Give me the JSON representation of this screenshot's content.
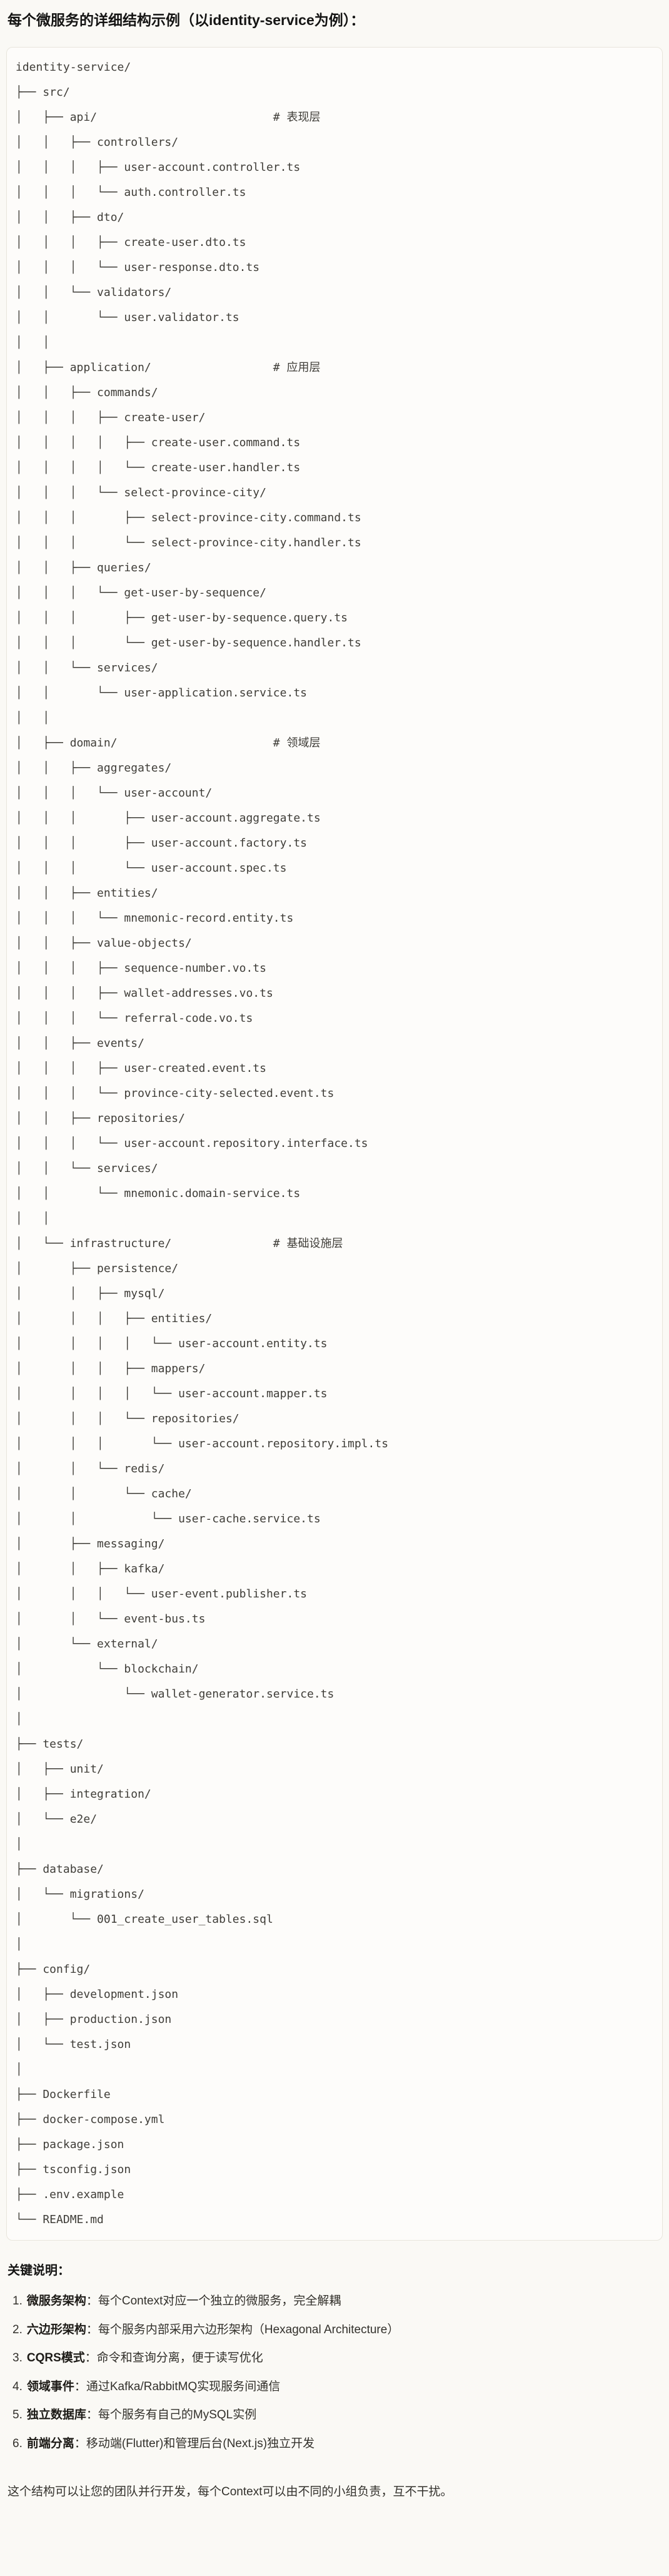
{
  "page": {
    "title": "每个微服务的详细结构示例（以identity-service为例）：",
    "footer": "这个结构可以让您的团队并行开发，每个Context可以由不同的小组负责，互不干扰。"
  },
  "code_block": {
    "lines": [
      "identity-service/",
      "├── src/",
      "│   ├── api/                          # 表现层",
      "│   │   ├── controllers/",
      "│   │   │   ├── user-account.controller.ts",
      "│   │   │   └── auth.controller.ts",
      "│   │   ├── dto/",
      "│   │   │   ├── create-user.dto.ts",
      "│   │   │   └── user-response.dto.ts",
      "│   │   └── validators/",
      "│   │       └── user.validator.ts",
      "│   │",
      "│   ├── application/                  # 应用层",
      "│   │   ├── commands/",
      "│   │   │   ├── create-user/",
      "│   │   │   │   ├── create-user.command.ts",
      "│   │   │   │   └── create-user.handler.ts",
      "│   │   │   └── select-province-city/",
      "│   │   │       ├── select-province-city.command.ts",
      "│   │   │       └── select-province-city.handler.ts",
      "│   │   ├── queries/",
      "│   │   │   └── get-user-by-sequence/",
      "│   │   │       ├── get-user-by-sequence.query.ts",
      "│   │   │       └── get-user-by-sequence.handler.ts",
      "│   │   └── services/",
      "│   │       └── user-application.service.ts",
      "│   │",
      "│   ├── domain/                       # 领域层",
      "│   │   ├── aggregates/",
      "│   │   │   └── user-account/",
      "│   │   │       ├── user-account.aggregate.ts",
      "│   │   │       ├── user-account.factory.ts",
      "│   │   │       └── user-account.spec.ts",
      "│   │   ├── entities/",
      "│   │   │   └── mnemonic-record.entity.ts",
      "│   │   ├── value-objects/",
      "│   │   │   ├── sequence-number.vo.ts",
      "│   │   │   ├── wallet-addresses.vo.ts",
      "│   │   │   └── referral-code.vo.ts",
      "│   │   ├── events/",
      "│   │   │   ├── user-created.event.ts",
      "│   │   │   └── province-city-selected.event.ts",
      "│   │   ├── repositories/",
      "│   │   │   └── user-account.repository.interface.ts",
      "│   │   └── services/",
      "│   │       └── mnemonic.domain-service.ts",
      "│   │",
      "│   └── infrastructure/               # 基础设施层",
      "│       ├── persistence/",
      "│       │   ├── mysql/",
      "│       │   │   ├── entities/",
      "│       │   │   │   └── user-account.entity.ts",
      "│       │   │   ├── mappers/",
      "│       │   │   │   └── user-account.mapper.ts",
      "│       │   │   └── repositories/",
      "│       │   │       └── user-account.repository.impl.ts",
      "│       │   └── redis/",
      "│       │       └── cache/",
      "│       │           └── user-cache.service.ts",
      "│       ├── messaging/",
      "│       │   ├── kafka/",
      "│       │   │   └── user-event.publisher.ts",
      "│       │   └── event-bus.ts",
      "│       └── external/",
      "│           └── blockchain/",
      "│               └── wallet-generator.service.ts",
      "│",
      "├── tests/",
      "│   ├── unit/",
      "│   ├── integration/",
      "│   └── e2e/",
      "│",
      "├── database/",
      "│   └── migrations/",
      "│       └── 001_create_user_tables.sql",
      "│",
      "├── config/",
      "│   ├── development.json",
      "│   ├── production.json",
      "│   └── test.json",
      "│",
      "├── Dockerfile",
      "├── docker-compose.yml",
      "├── package.json",
      "├── tsconfig.json",
      "├── .env.example",
      "└── README.md"
    ]
  },
  "notes": {
    "heading": "关键说明：",
    "items": [
      {
        "num": "1.",
        "term": "微服务架构",
        "text": "：每个Context对应一个独立的微服务，完全解耦"
      },
      {
        "num": "2.",
        "term": "六边形架构",
        "text": "：每个服务内部采用六边形架构（Hexagonal Architecture）"
      },
      {
        "num": "3.",
        "term": "CQRS模式",
        "text": "：命令和查询分离，便于读写优化"
      },
      {
        "num": "4.",
        "term": "领域事件",
        "text": "：通过Kafka/RabbitMQ实现服务间通信"
      },
      {
        "num": "5.",
        "term": "独立数据库",
        "text": "：每个服务有自己的MySQL实例"
      },
      {
        "num": "6.",
        "term": "前端分离",
        "text": "：移动端(Flutter)和管理后台(Next.js)独立开发"
      }
    ]
  }
}
